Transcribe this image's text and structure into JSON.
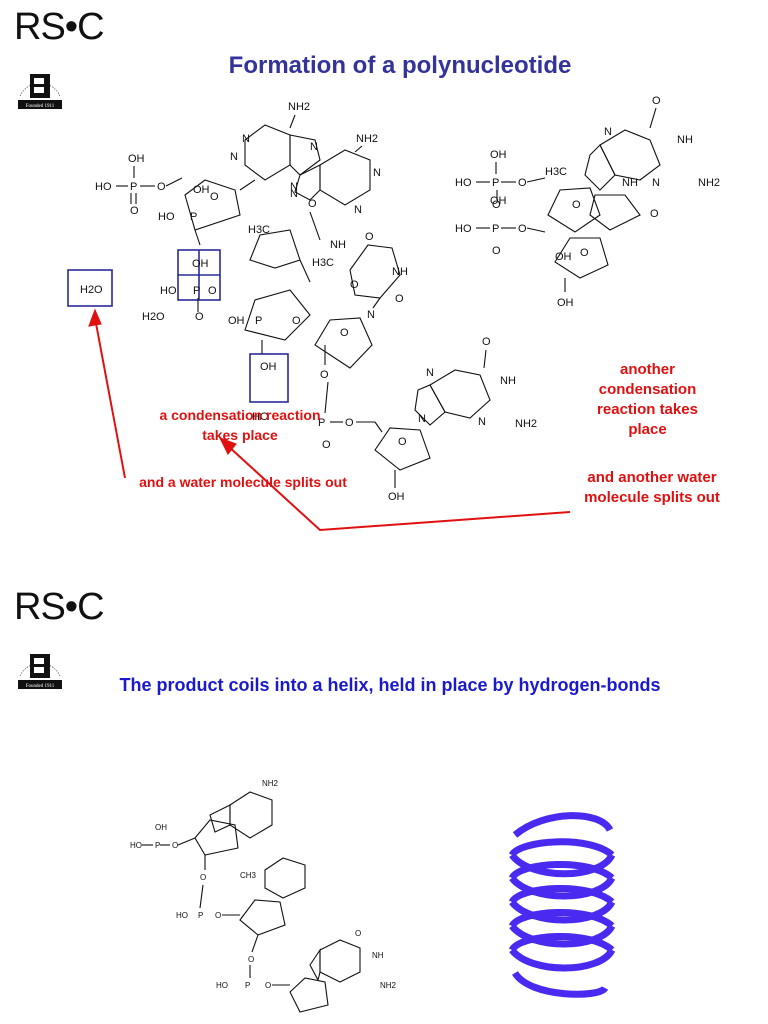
{
  "slide1": {
    "logo": "RS•C",
    "badge_text": "Founded 1911",
    "title": "Formation of a polynucleotide",
    "notes": {
      "condensation": "a condensation reaction takes place",
      "water": "and a water molecule splits out",
      "another_condensation": "another condensation reaction takes place",
      "another_water": "and another water molecule splits out"
    },
    "chem_labels": {
      "h2o_box": "H2O",
      "h2o": "H2O",
      "oh": "OH",
      "ho": "HO",
      "p": "P",
      "o": "O",
      "nh2": "NH2",
      "nh": "NH",
      "n": "N",
      "h3c": "H3C"
    }
  },
  "slide2": {
    "logo": "RS•C",
    "badge_text": "Founded 1911",
    "title": "The product coils into a helix, held in place by hydrogen-bonds"
  },
  "colors": {
    "title1": "#333399",
    "title2": "#1a1acc",
    "annotation": "#e01010",
    "arrow": "#e01010",
    "box": "#2b2b9a",
    "helix": "#4a2af0"
  }
}
